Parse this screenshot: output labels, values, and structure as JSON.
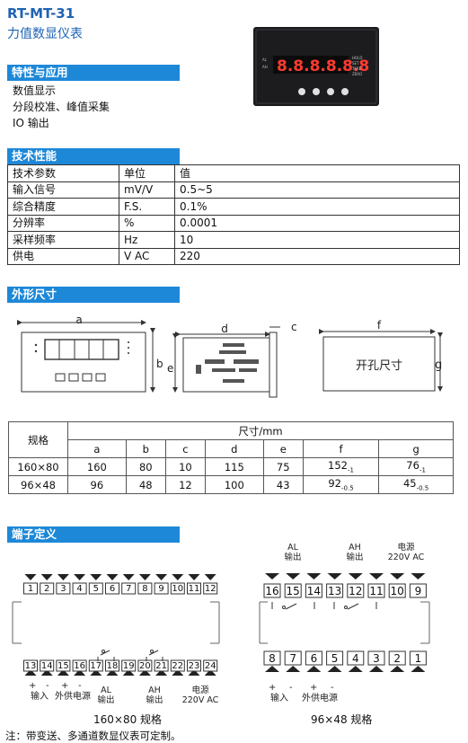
{
  "header": {
    "model": "RT-MT-31",
    "name": "力值数显仪表"
  },
  "features": {
    "title": "特性与应用",
    "items": [
      "数值显示",
      "分段校准、峰值采集",
      "IO 输出"
    ]
  },
  "specs": {
    "title": "技术性能",
    "rows": [
      [
        "技术参数",
        "单位",
        "值"
      ],
      [
        "输入信号",
        "mV/V",
        "0.5~5"
      ],
      [
        "综合精度",
        "F.S.",
        "0.1%"
      ],
      [
        "分辨率",
        "%",
        "0.0001"
      ],
      [
        "采样频率",
        "Hz",
        "10"
      ],
      [
        "供电",
        "V AC",
        "220"
      ]
    ]
  },
  "outline": {
    "title": "外形尺寸",
    "letters": {
      "a": "a",
      "b": "b",
      "c": "c",
      "d": "d",
      "e": "e",
      "f": "f",
      "g": "g"
    },
    "cutout_label": "开孔尺寸"
  },
  "dimensions": {
    "spec_header": "规格",
    "unit_header": "尺寸/mm",
    "columns": [
      "a",
      "b",
      "c",
      "d",
      "e",
      "f",
      "g"
    ],
    "rows": [
      {
        "spec": "160×80",
        "a": "160",
        "b": "80",
        "c": "10",
        "d": "115",
        "e": "75",
        "f": "152",
        "f_tol": "-1",
        "g": "76",
        "g_tol": "-1"
      },
      {
        "spec": "96×48",
        "a": "96",
        "b": "48",
        "c": "12",
        "d": "100",
        "e": "43",
        "f": "92",
        "f_tol": "-0.5",
        "g": "45",
        "g_tol": "-0.5"
      }
    ]
  },
  "terminals": {
    "title": "端子定义",
    "left": {
      "top_numbers": [
        "1",
        "2",
        "3",
        "4",
        "5",
        "6",
        "7",
        "8",
        "9",
        "10",
        "11",
        "12"
      ],
      "bottom_numbers": [
        "13",
        "14",
        "15",
        "16",
        "17",
        "18",
        "19",
        "20",
        "21",
        "22",
        "23",
        "24"
      ],
      "plus": "+",
      "minus": "-",
      "label_input": "输入",
      "label_supply": "外供电源",
      "label_al": "AL\n输出",
      "label_ah": "AH\n输出",
      "label_power": "电源\n220V AC",
      "caption": "160×80 规格"
    },
    "right": {
      "top_numbers": [
        "16",
        "15",
        "14",
        "13",
        "12",
        "11",
        "10",
        "9"
      ],
      "bottom_numbers": [
        "8",
        "7",
        "6",
        "5",
        "4",
        "3",
        "2",
        "1"
      ],
      "label_al": "AL\n输出",
      "label_ah": "AH\n输出",
      "label_power": "电源\n220V AC",
      "label_input": "输入",
      "label_supply": "外供电源",
      "caption": "96×48 规格"
    }
  },
  "note": "注：带变送、多通道数显仪表可定制。"
}
